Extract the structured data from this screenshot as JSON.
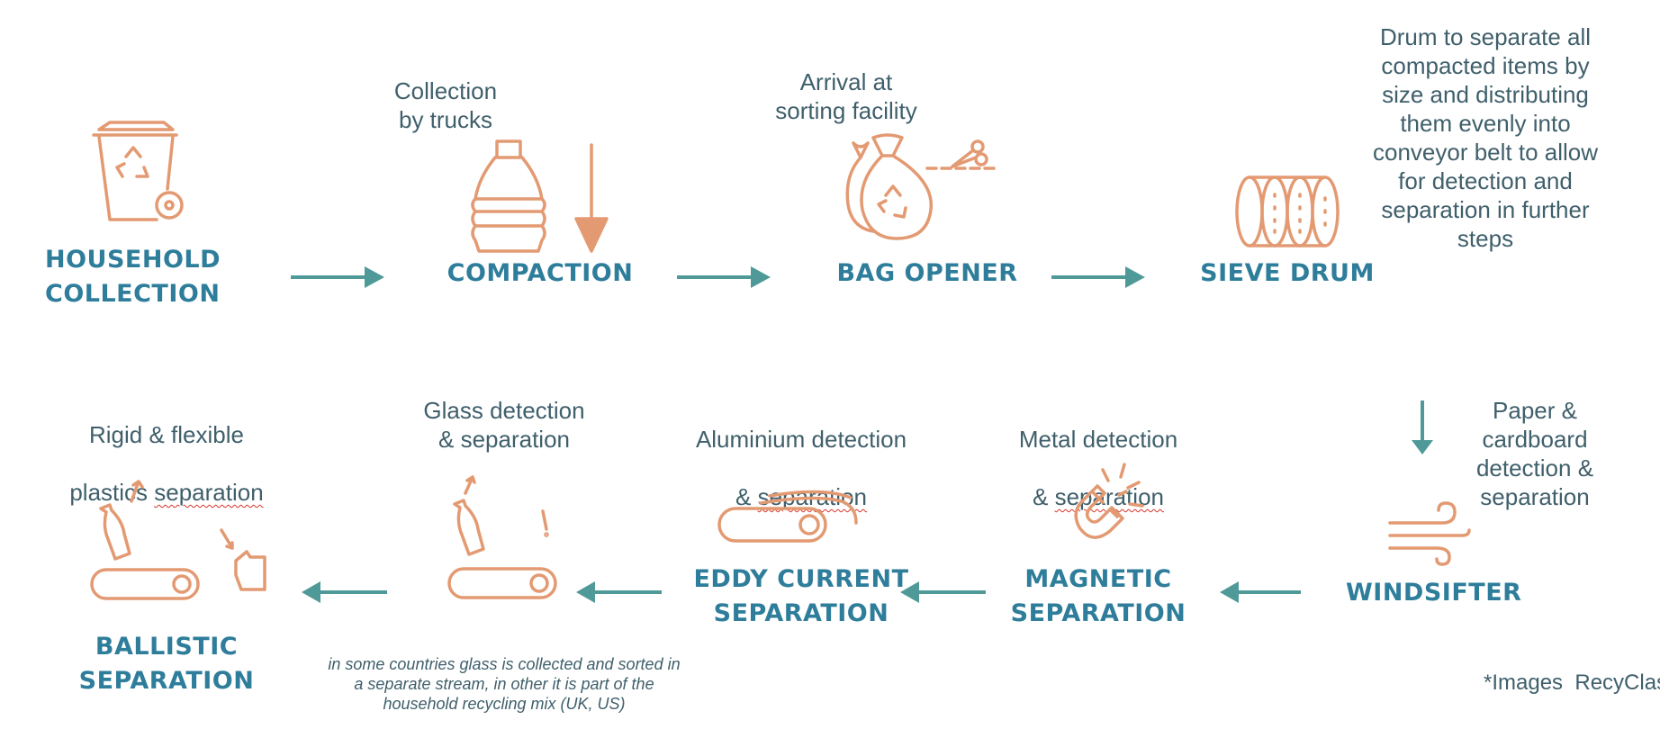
{
  "colors": {
    "teal_label": "#2e7d9b",
    "arrow": "#4f9a98",
    "icon": "#e39a72",
    "text": "#3f5f6b"
  },
  "steps": {
    "household": {
      "label": "HOUSEHOLD\nCOLLECTION",
      "icon": "recycle-bin-icon"
    },
    "compaction": {
      "label": "COMPACTION",
      "desc": "Collection\nby trucks",
      "icon": "compressed-bottle-icon"
    },
    "bag_opener": {
      "label": "BAG OPENER",
      "desc": "Arrival at\nsorting facility",
      "icon": "bags-scissors-icon"
    },
    "sieve_drum": {
      "label": "SIEVE DRUM",
      "desc": "Drum to separate all\ncompacted items by\nsize and distributing\nthem evenly into\nconveyor belt to allow\nfor detection and\nseparation in further\nsteps",
      "icon": "drum-icon"
    },
    "windsifter": {
      "label": "WINDSIFTER",
      "desc": "Paper &\ncardboard\ndetection &\nseparation",
      "icon": "wind-icon"
    },
    "magnetic": {
      "label": "MAGNETIC\nSEPARATION",
      "desc_line1": "Metal detection",
      "desc_line2_prefix": "& ",
      "desc_line2_word": "separation",
      "icon": "magnet-icon"
    },
    "eddy": {
      "label": "EDDY CURRENT\nSEPARATION",
      "desc_line1": "Aluminium detection",
      "desc_line2_prefix": "& ",
      "desc_line2_word": "separation",
      "icon": "conveyor-roller-icon"
    },
    "glass": {
      "desc": "Glass detection\n& separation",
      "note": "in some countries glass is collected and sorted  in\na separate stream, in other it is part of the\nhousehold recycling mix (UK, US)",
      "icon": "glass-conveyor-icon"
    },
    "ballistic": {
      "label": "BALLISTIC\nSEPARATION",
      "desc_line1": "Rigid & flexible",
      "desc_line2_prefix": "plastics ",
      "desc_line2_word": "separation",
      "icon": "ballistic-conveyor-icon"
    }
  },
  "credit": "*Images  RecyClass"
}
